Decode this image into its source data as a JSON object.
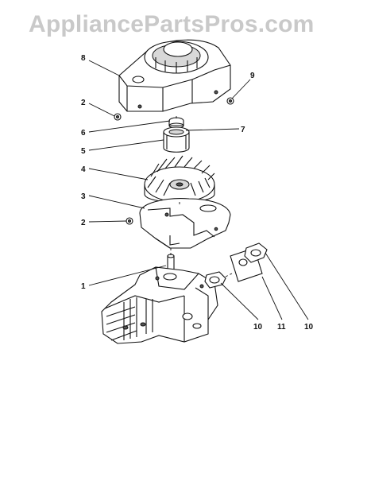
{
  "watermark": "AppliancePartsPros.com",
  "callouts": {
    "c1": "1",
    "c2a": "2",
    "c2b": "2",
    "c3": "3",
    "c4": "4",
    "c5": "5",
    "c6": "6",
    "c7": "7",
    "c8": "8",
    "c9": "9",
    "c10a": "10",
    "c10b": "10",
    "c11": "11"
  }
}
